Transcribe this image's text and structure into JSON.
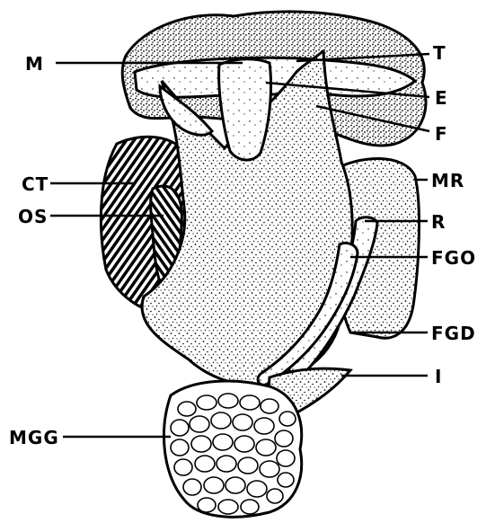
{
  "diagram": {
    "labels": {
      "M": "M",
      "T": "T",
      "E": "E",
      "F": "F",
      "CT": "CT",
      "OS": "OS",
      "MR": "MR",
      "R": "R",
      "FGO": "FGO",
      "FGD": "FGD",
      "I": "I",
      "MGG": "MGG"
    },
    "colors": {
      "ink": "#000000",
      "paper": "#ffffff"
    }
  }
}
